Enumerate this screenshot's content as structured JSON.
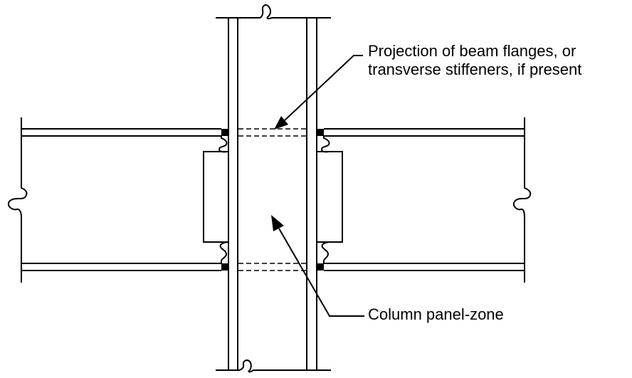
{
  "annotations": {
    "projection_line1": "Projection of beam flanges, or",
    "projection_line2": "transverse stiffeners, if present",
    "panel_zone": "Column panel-zone"
  },
  "colors": {
    "ink": "#000000",
    "background": "#ffffff"
  }
}
